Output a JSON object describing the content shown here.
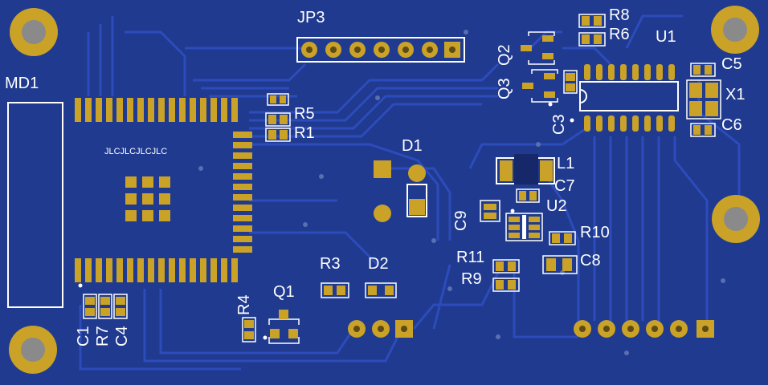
{
  "board": {
    "background": "#1f3a8f",
    "trace_color": "#2f4fc0",
    "pad_color": "#c9a227",
    "silk_color": "#ffffff"
  },
  "labels": {
    "jp3": "JP3",
    "r8": "R8",
    "r6": "R6",
    "u1": "U1",
    "q2": "Q2",
    "q3": "Q3",
    "c5": "C5",
    "x1": "X1",
    "c6": "C6",
    "c3": "C3",
    "md1": "MD1",
    "r5": "R5",
    "r1": "R1",
    "jlc": "JLCJLCJLCJLC",
    "d1": "D1",
    "l1": "L1",
    "c7": "C7",
    "u2": "U2",
    "c9": "C9",
    "r10": "R10",
    "r11": "R11",
    "c8": "C8",
    "r9": "R9",
    "r3": "R3",
    "d2": "D2",
    "q1": "Q1",
    "r4": "R4",
    "c1": "C1",
    "r7": "R7",
    "c4": "C4"
  }
}
